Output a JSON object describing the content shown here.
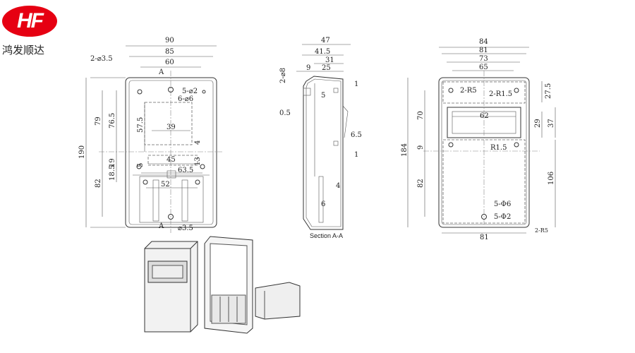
{
  "logo": {
    "mark": "HF",
    "company": "鸿发顺达",
    "brand_color": "#e60012"
  },
  "front_view": {
    "dims": [
      "90",
      "85",
      "60",
      "2-⌀3.5",
      "5-⌀2",
      "6-⌀6",
      "79",
      "76.5",
      "57.5",
      "39",
      "190",
      "4",
      "45",
      "13",
      "5",
      "19",
      "18.5",
      "63.5",
      "82",
      "52",
      "⌀3.5"
    ],
    "section_marks": [
      "A",
      "A"
    ]
  },
  "section_view": {
    "title": "Section A-A",
    "dims": [
      "47",
      "41.5",
      "31",
      "9",
      "25",
      "2-⌀8",
      "1",
      "5",
      "0.5",
      "6.5",
      "1",
      "4",
      "6"
    ]
  },
  "back_view": {
    "dims": [
      "84",
      "81",
      "73",
      "65",
      "2-R5",
      "2-R1.5",
      "27.5",
      "62",
      "70",
      "29",
      "37",
      "184",
      "9",
      "R1.5",
      "106",
      "82",
      "5-Φ6",
      "5-Φ2",
      "81",
      "2-R5"
    ]
  }
}
